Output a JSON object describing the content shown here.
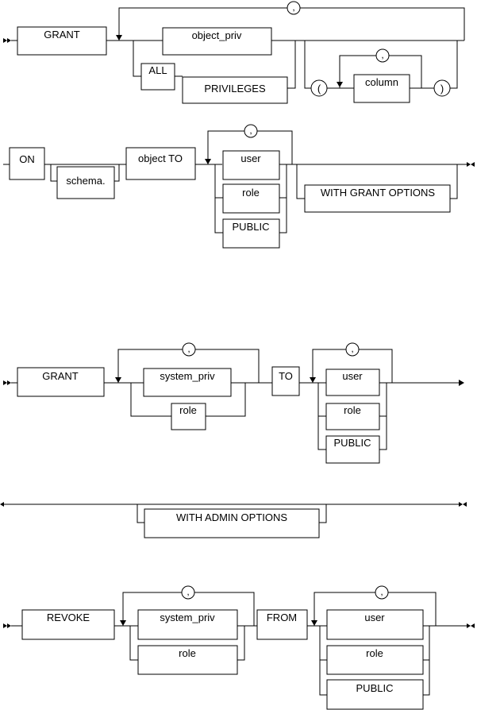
{
  "separator": ",",
  "object_grant": {
    "grant": "GRANT",
    "object_priv": "object_priv",
    "all": "ALL",
    "privileges": "PRIVILEGES",
    "open_paren": "(",
    "column": "column",
    "close_paren": ")",
    "on": "ON",
    "schema": "schema.",
    "object_to": "object TO",
    "user": "user",
    "role": "role",
    "public": "PUBLIC",
    "with_grant_options": "WITH GRANT OPTIONS"
  },
  "system_grant": {
    "grant": "GRANT",
    "system_priv": "system_priv",
    "role_priv": "role",
    "to": "TO",
    "user": "user",
    "role": "role",
    "public": "PUBLIC",
    "with_admin_options": "WITH ADMIN OPTIONS"
  },
  "revoke": {
    "revoke": "REVOKE",
    "system_priv": "system_priv",
    "role_priv": "role",
    "from": "FROM",
    "user": "user",
    "role": "role",
    "public": "PUBLIC"
  }
}
